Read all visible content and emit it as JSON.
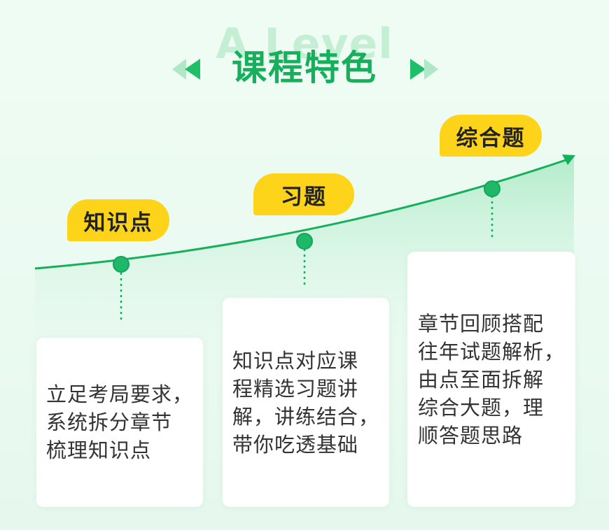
{
  "header": {
    "watermark": "A Level",
    "title": "课程特色",
    "accent_color": "#16b05c",
    "deco_icon": "double-chevron-icon"
  },
  "stages": [
    {
      "label": "知识点",
      "description": "立足考局要求，\n系统拆分章节\n梳理知识点"
    },
    {
      "label": "习题",
      "description": "知识点对应课\n程精选习题讲\n解，讲练结合，\n带你吃透基础"
    },
    {
      "label": "综合题",
      "description": "章节回顾搭配\n往年试题解析，\n由点至面拆解\n综合大题，理\n顺答题思路"
    }
  ],
  "colors": {
    "tag": "#fdd41a",
    "curve": "#16b05c",
    "card": "#ffffff"
  }
}
